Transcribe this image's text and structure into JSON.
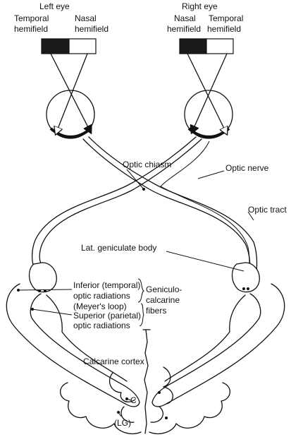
{
  "colors": {
    "ink": "#111111",
    "background": "#ffffff"
  },
  "diagram": {
    "left_eye": {
      "title": "Left eye",
      "field_a_line1": "Temporal",
      "field_a_line2": "hemifield",
      "field_b_line1": "Nasal",
      "field_b_line2": "hemifield"
    },
    "right_eye": {
      "title": "Right eye",
      "field_a_line1": "Nasal",
      "field_a_line2": "hemifield",
      "field_b_line1": "Temporal",
      "field_b_line2": "hemifield"
    },
    "labels": {
      "optic_chiasm": "Optic chiasm",
      "optic_nerve": "Optic nerve",
      "optic_tract": "Optic tract",
      "lat_geniculate": "Lat. geniculate body",
      "inferior_1": "Inferior (temporal)",
      "inferior_2": "optic radiations",
      "inferior_3": "(Meyer's loop)",
      "superior_1": "Superior (parietal)",
      "superior_2": "optic radiations",
      "geniculo_1": "Geniculo-",
      "geniculo_2": "calcarine",
      "geniculo_3": "fibers",
      "calcarine_cortex": "Calcarine cortex",
      "c": "C",
      "lg": "(LG)"
    }
  }
}
